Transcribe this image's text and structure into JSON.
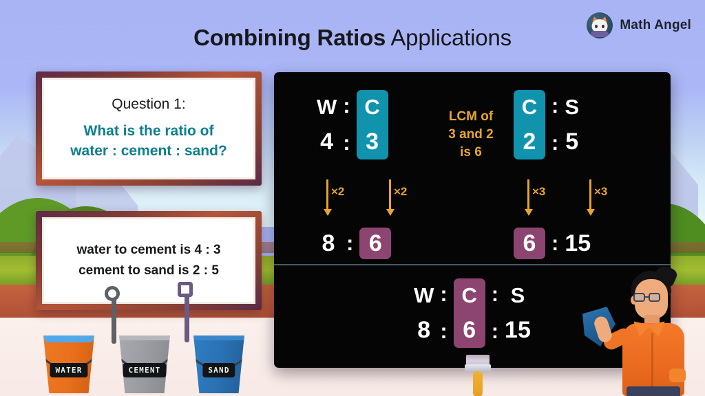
{
  "header": {
    "title_strong": "Combining Ratios",
    "title_light": " Applications",
    "brand": "Math Angel",
    "logo_icon": "cat-mascot-icon"
  },
  "question_card": {
    "label": "Question 1:",
    "line1": "What is the ratio of",
    "line2": "water : cement : sand?",
    "accent_color": "#0e7f8e"
  },
  "given_card": {
    "line1": "water to cement is 4 : 3",
    "line2": "cement to sand is 2 : 5"
  },
  "board": {
    "bg_color": "#050505",
    "teal": "#1193ae",
    "purple": "#8c4570",
    "amber": "#e8a52b",
    "left_group": {
      "var_a": "W",
      "var_b": "C",
      "val_a": "4",
      "val_b": "3",
      "colon": ":",
      "multiplier_a": "×2",
      "multiplier_b": "×2",
      "result_a": "8",
      "result_b": "6"
    },
    "right_group": {
      "var_a": "C",
      "var_b": "S",
      "val_a": "2",
      "val_b": "5",
      "colon": ":",
      "multiplier_a": "×3",
      "multiplier_b": "×3",
      "result_a": "6",
      "result_b": "15"
    },
    "lcm_note": {
      "line1": "LCM of",
      "line2": "3 and 2",
      "line3": "is 6"
    },
    "answer": {
      "var_a": "W",
      "var_b": "C",
      "var_c": "S",
      "val_a": "8",
      "val_b": "6",
      "val_c": "15",
      "colon": ":"
    }
  },
  "buckets": [
    {
      "label": "WATER",
      "color": "#ef7a22"
    },
    {
      "label": "CEMENT",
      "color": "#a9abb0"
    },
    {
      "label": "SAND",
      "color": "#2f7fc4"
    }
  ],
  "illustration": {
    "teacher": "teacher-character",
    "brush": "paintbrush-icon"
  }
}
